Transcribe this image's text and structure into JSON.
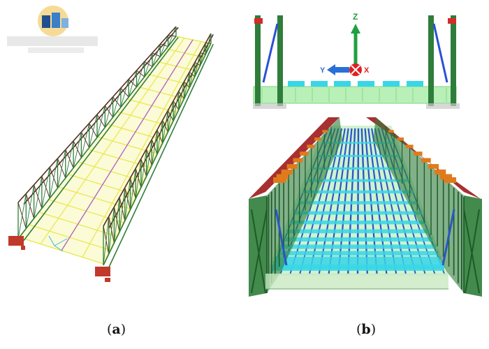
{
  "figure": {
    "panels": [
      {
        "id": "a",
        "caption_open": "(",
        "caption_letter": "a",
        "caption_close": ")"
      },
      {
        "id": "b",
        "caption_open": "(",
        "caption_letter": "b",
        "caption_close": ")"
      }
    ],
    "axes": {
      "z_label": "Z",
      "y_label": "Y",
      "x_label": "X"
    },
    "colors": {
      "truss_green": "#2f7d3a",
      "truss_dark": "#5a2a22",
      "deck_yellow": "#e8e84a",
      "deck_green": "#7fd67f",
      "girder_blue": "#2a55c8",
      "beam_cyan": "#38d6e6",
      "red": "#d42a2a",
      "orange": "#e07a1a"
    }
  }
}
